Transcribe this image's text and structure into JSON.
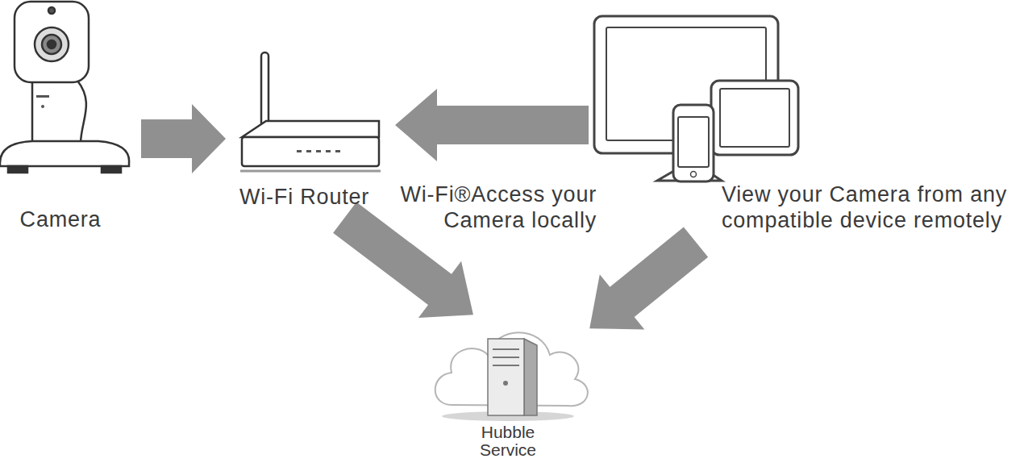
{
  "diagram": {
    "nodes": [
      {
        "text": [
          "Camera"
        ]
      },
      {
        "text": [
          "Wi-Fi Router"
        ]
      },
      {
        "text": [
          "View your Camera from any compatible device remotely"
        ]
      },
      {
        "text": [
          "Hubble Service"
        ]
      }
    ],
    "edges": [
      {
        "from": 0,
        "to": 1,
        "arrow": "to"
      },
      {
        "from": 2,
        "to": 1,
        "label": "Wi-Fi®Access your Camera locally",
        "arrow": "to"
      },
      {
        "from": 1,
        "to": 3,
        "arrow": "to"
      },
      {
        "from": 2,
        "to": 3,
        "arrow": "to"
      }
    ]
  }
}
